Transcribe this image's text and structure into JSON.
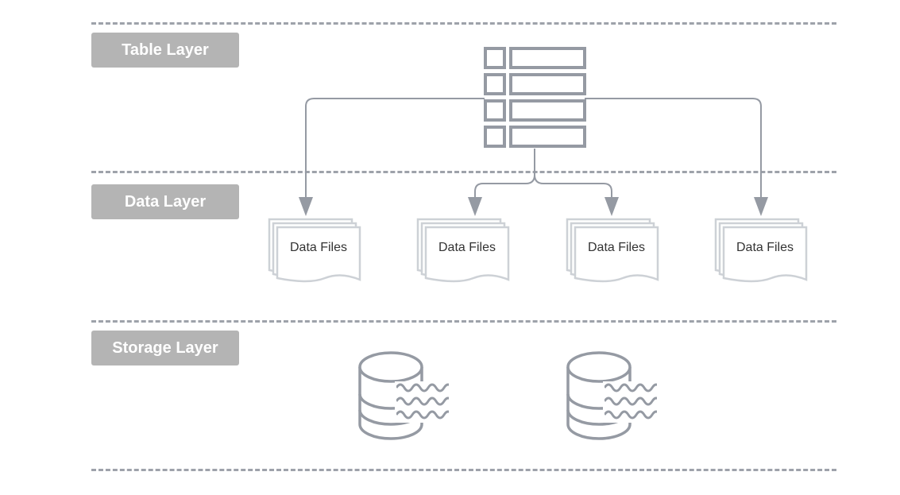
{
  "layers": {
    "table": {
      "label": "Table Layer"
    },
    "data": {
      "label": "Data Layer"
    },
    "storage": {
      "label": "Storage Layer"
    }
  },
  "data_files": [
    {
      "label": "Data Files"
    },
    {
      "label": "Data Files"
    },
    {
      "label": "Data Files"
    },
    {
      "label": "Data Files"
    }
  ],
  "icons": {
    "table": "table-icon",
    "files": "document-stack-icon",
    "storage": "database-icon"
  },
  "colors": {
    "divider": "#9ea2aa",
    "label_bg": "#b4b4b4",
    "icon_stroke": "#959aa3",
    "file_stroke": "#cdd1d6"
  }
}
